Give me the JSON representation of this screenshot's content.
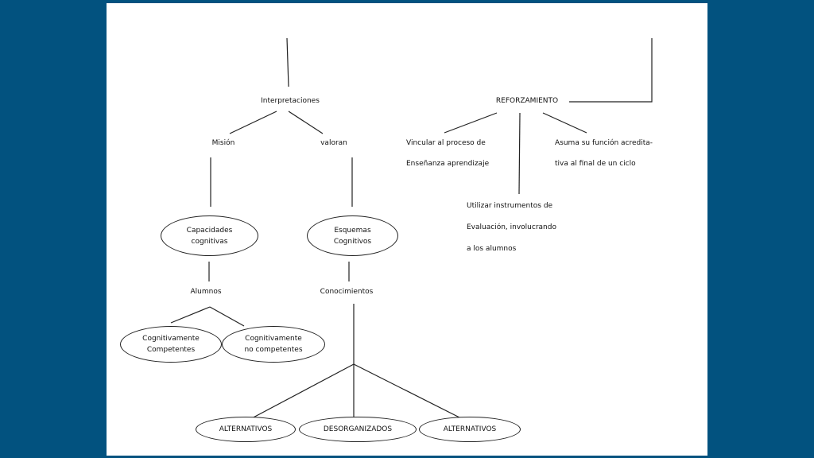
{
  "diagram": {
    "interpretaciones": "Interpretaciones",
    "mision": "Misión",
    "valoran": "valoran",
    "capacidades": [
      "Capacidades",
      "cognitivas"
    ],
    "esquemas": [
      "Esquemas",
      "Cognitivos"
    ],
    "alumnos": "Alumnos",
    "conocimientos": "Conocimientos",
    "competentes": [
      "Cognitivamente",
      "Competentes"
    ],
    "no_competentes": [
      "Cognitivamente",
      "no competentes"
    ],
    "alternativos_left": "ALTERNATIVOS",
    "desorganizados": "DESORGANIZADOS",
    "alternativos_right": "ALTERNATIVOS",
    "reforzamiento": "REFORZAMIENTO",
    "vincular": [
      "Vincular al proceso de",
      "Enseñanza aprendizaje"
    ],
    "asuma": [
      "Asuma su función acredita-",
      "tiva  al final de un ciclo"
    ],
    "utilizar": [
      "Utilizar instrumentos de",
      "Evaluación, involucrando",
      "a los alumnos"
    ]
  }
}
